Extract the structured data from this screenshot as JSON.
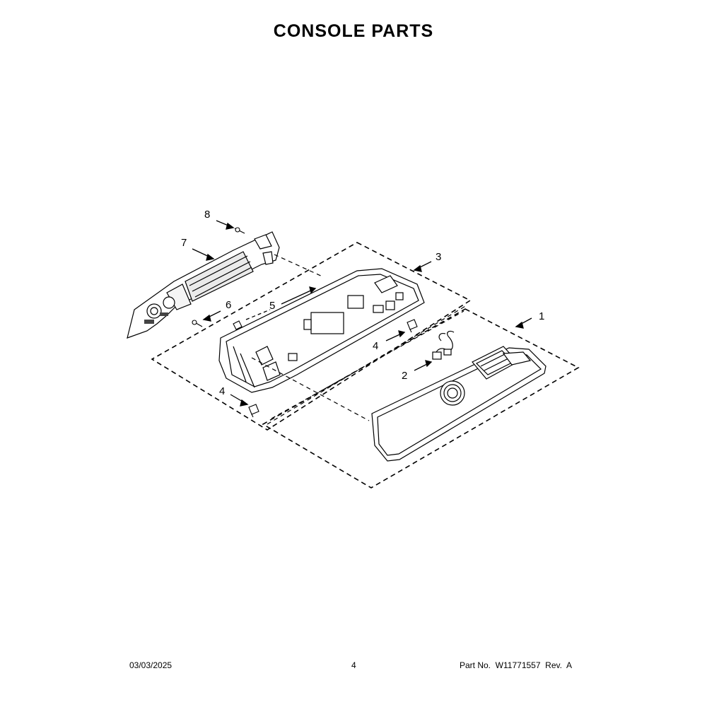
{
  "title": "CONSOLE PARTS",
  "callouts": {
    "c1": "1",
    "c2": "2",
    "c3": "3",
    "c4a": "4",
    "c4b": "4",
    "c5": "5",
    "c6": "6",
    "c7": "7",
    "c8": "8"
  },
  "footer": {
    "date": "03/03/2025",
    "page": "4",
    "part": "Part No.  W11771557  Rev.  A"
  }
}
